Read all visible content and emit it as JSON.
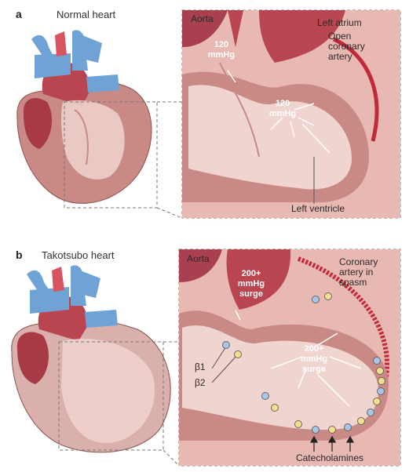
{
  "panel_a": {
    "letter": "a",
    "title": "Normal heart",
    "aorta": "Aorta",
    "pressure_outflow": [
      "120",
      "mmHg"
    ],
    "pressure_ventricle": [
      "120",
      "mmHg"
    ],
    "left_atrium": "Left atrium",
    "coronary": [
      "Open",
      "coronary",
      "artery"
    ],
    "left_ventricle": "Left ventricle"
  },
  "panel_b": {
    "letter": "b",
    "title": "Takotsubo heart",
    "aorta": "Aorta",
    "pressure_outflow": [
      "200+",
      "mmHg",
      "surge"
    ],
    "pressure_ventricle": [
      "200+",
      "mmHg",
      "surge"
    ],
    "coronary": [
      "Coronary",
      "artery in",
      "spasm"
    ],
    "beta1": "β1",
    "beta2": "β2",
    "catecholamines": "Catecholamines"
  },
  "colors": {
    "receptor_beta1": "#a9c6e8",
    "receptor_beta2": "#f3e08a",
    "myocardium": "#c98a86",
    "chamber": "#f0d4cf",
    "vessel_blue": "#6fa3d6",
    "vessel_red": "#b84550"
  }
}
